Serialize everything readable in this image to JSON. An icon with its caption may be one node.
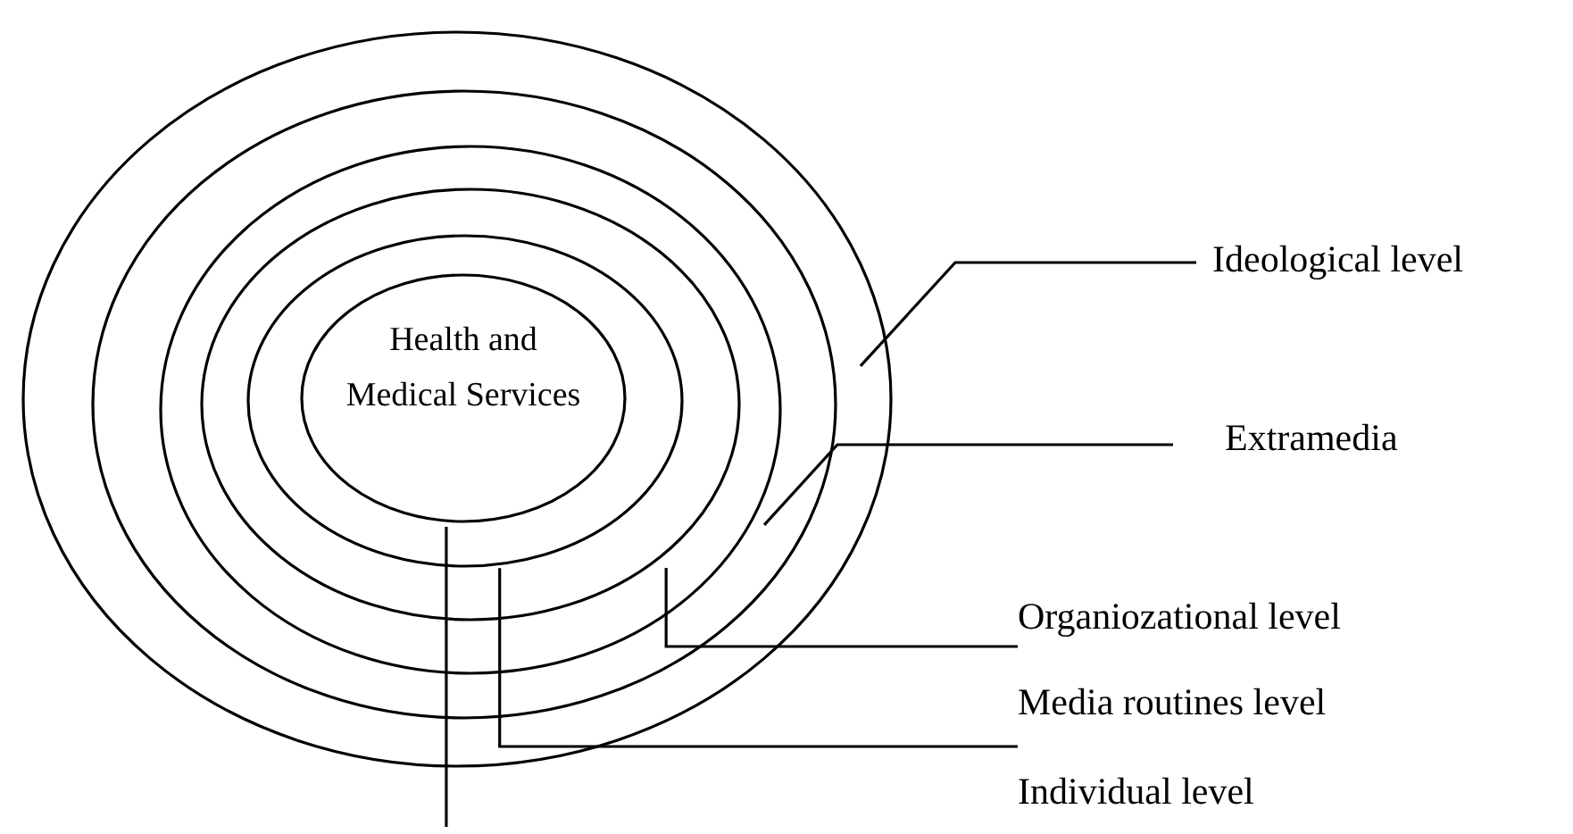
{
  "diagram": {
    "nodes": [
      {
        "text": [],
        "shape": "ellipse"
      },
      {
        "text": [],
        "shape": "ellipse",
        "in": 0
      },
      {
        "text": [],
        "shape": "ellipse",
        "in": 1
      },
      {
        "text": [],
        "shape": "ellipse",
        "in": 2
      },
      {
        "text": [],
        "shape": "ellipse",
        "in": 3
      },
      {
        "text": [
          "Health and Medical Services"
        ],
        "in": 4
      },
      {
        "text": [
          "Ideological level"
        ]
      },
      {
        "text": [
          "Extramedia"
        ]
      },
      {
        "text": [
          "Organiozational level"
        ]
      },
      {
        "text": [
          "Media routines level"
        ]
      },
      {
        "text": [
          "Individual level"
        ]
      }
    ],
    "edges": [
      {
        "from": 6,
        "to": 0,
        "arrow": "none"
      },
      {
        "from": 7,
        "to": 1,
        "arrow": "none"
      },
      {
        "from": 8,
        "to": 2,
        "arrow": "none"
      },
      {
        "from": 9,
        "to": 3,
        "arrow": "none"
      },
      {
        "from": null,
        "to": 4,
        "arrow": "none"
      }
    ]
  }
}
